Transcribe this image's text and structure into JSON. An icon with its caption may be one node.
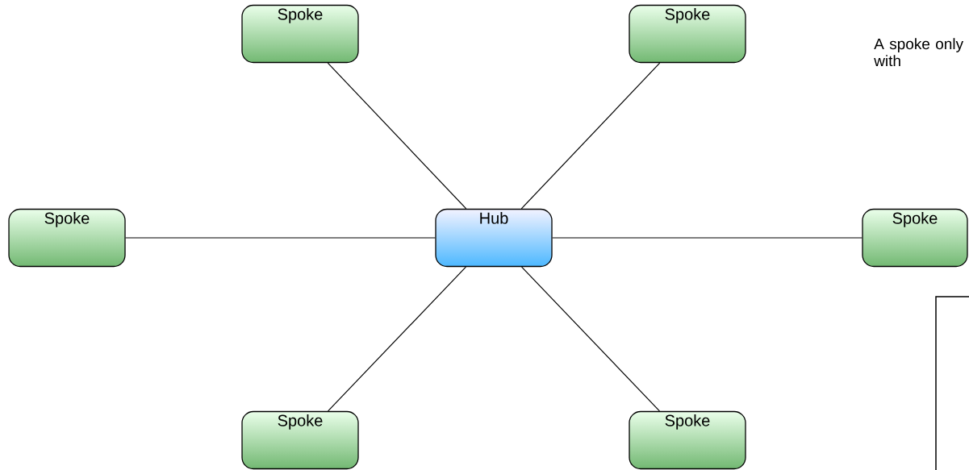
{
  "diagram": {
    "nodes": [
      {
        "text": [
          "Spoke"
        ]
      },
      {
        "text": [
          "Spoke"
        ]
      },
      {
        "text": [
          "Spoke"
        ]
      },
      {
        "text": [
          "Hub"
        ]
      },
      {
        "text": [
          "Spoke"
        ]
      },
      {
        "text": [
          "Spoke"
        ]
      },
      {
        "text": [
          "Spoke"
        ]
      }
    ],
    "edges": [
      {
        "from": 3,
        "to": 0,
        "arrow": "none"
      },
      {
        "from": 3,
        "to": 1,
        "arrow": "none"
      },
      {
        "from": 3,
        "to": 2,
        "arrow": "none"
      },
      {
        "from": 3,
        "to": 4,
        "arrow": "none"
      },
      {
        "from": 3,
        "to": 5,
        "arrow": "none"
      },
      {
        "from": 3,
        "to": 6,
        "arrow": "none"
      }
    ],
    "labels": [
      "A spoke only with"
    ]
  }
}
